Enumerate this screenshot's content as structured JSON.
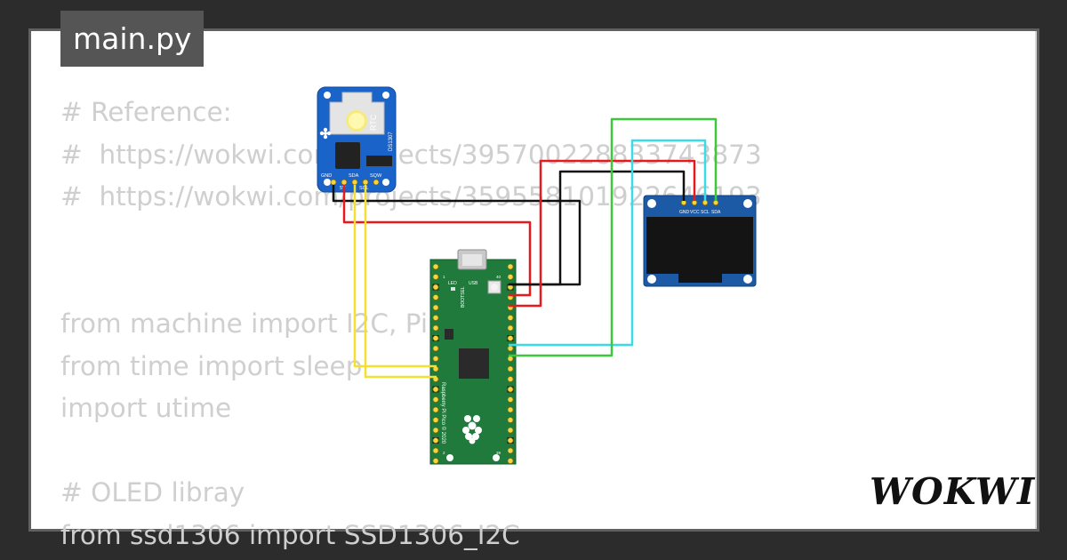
{
  "editor": {
    "tab_label": "main.py",
    "code_lines": [
      "# Reference:",
      "#  https://wokwi.com/projects/395700228833743873",
      "#  https://wokwi.com/projects/359558101922646193",
      "",
      "",
      "from machine import I2C, Pin",
      "from time import sleep",
      "import utime",
      "",
      "# OLED libray",
      "from ssd1306 import SSD1306_I2C"
    ]
  },
  "rtc_module": {
    "name": "RTC",
    "chip": "DS1307",
    "pins": [
      "GND",
      "5V",
      "SDA",
      "SCL",
      "SQW"
    ]
  },
  "oled_module": {
    "pins": [
      "GND",
      "VCC",
      "SCL",
      "SDA"
    ]
  },
  "pico": {
    "led_label": "LED",
    "usb_label": "USB",
    "bootsel_label": "BOOTSEL",
    "board_text": "Raspberry Pi Pico © 2020",
    "pin_numbers": [
      "1",
      "2",
      "39",
      "40"
    ]
  },
  "wire_colors": {
    "gnd": "#111111",
    "power": "#e8191c",
    "i2c_rtc": "#f3e030",
    "oled_scl": "#38dbe6",
    "oled_sda": "#3cc83c"
  },
  "brand": {
    "logo_text": "WOKWI"
  }
}
